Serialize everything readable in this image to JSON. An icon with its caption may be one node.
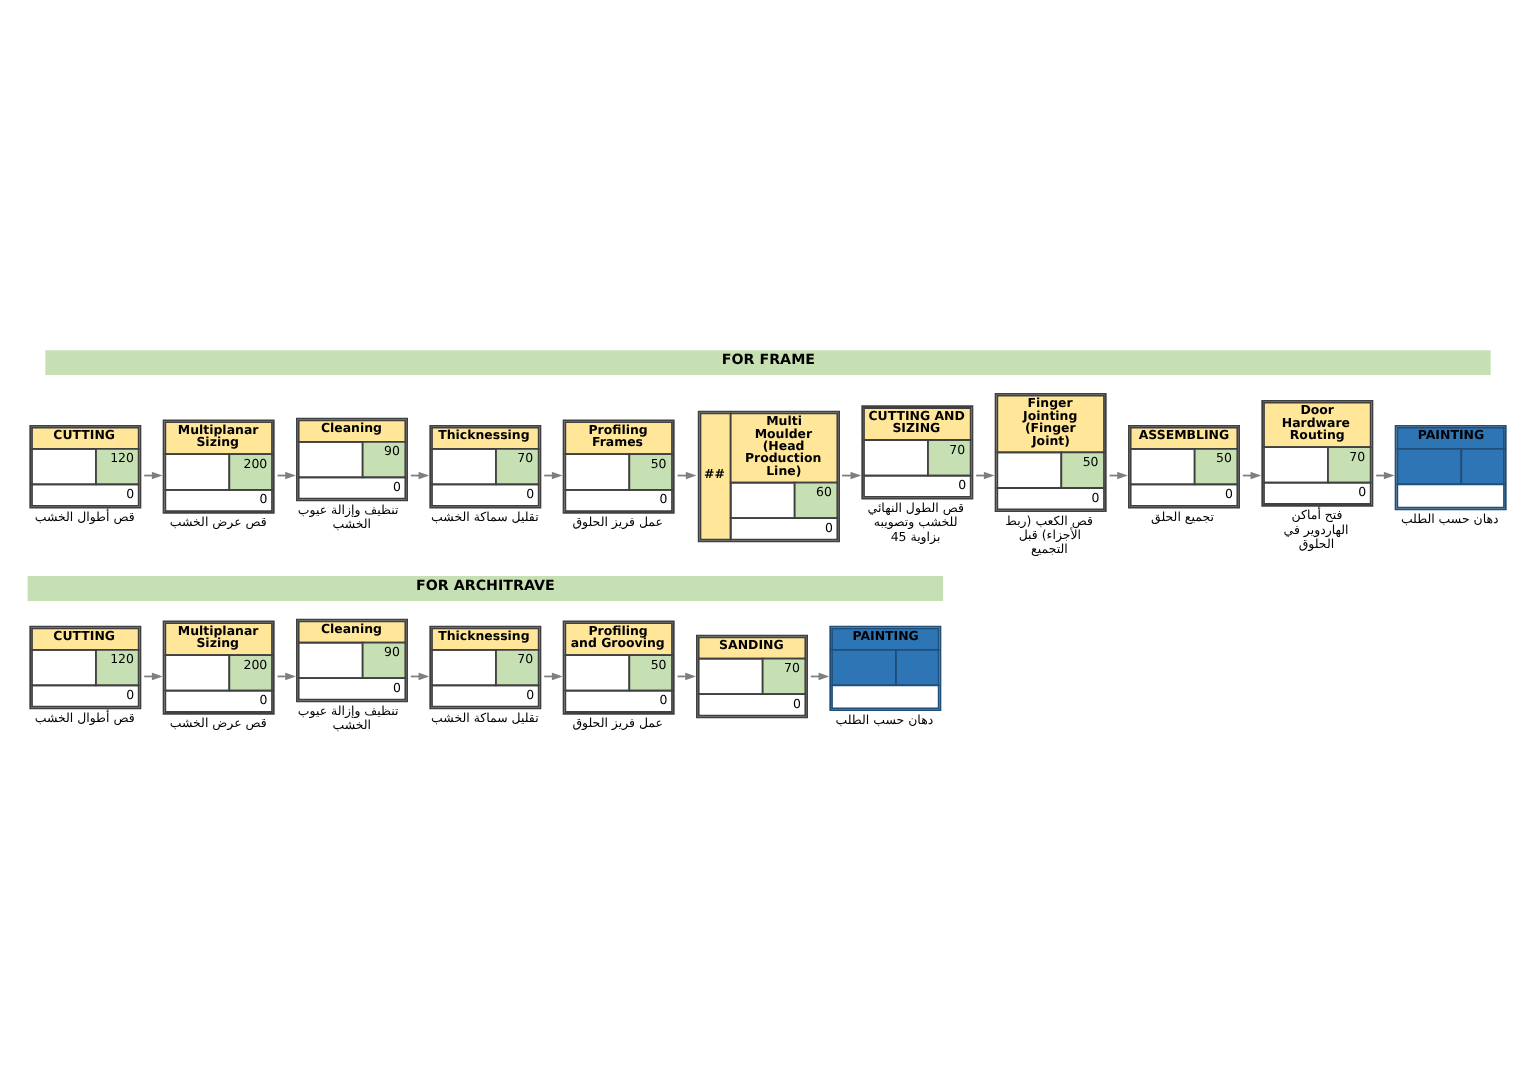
{
  "diagram": {
    "nodes": [
      {
        "text": [
          "FOR FRAME"
        ]
      },
      {
        "text": [
          "CUTTING",
          "120",
          "0"
        ],
        "beside": [
          "قص أطوال الخشب"
        ]
      },
      {
        "text": [
          "Multiplanar Sizing",
          "200",
          "0"
        ],
        "beside": [
          "قص عرض الخشب"
        ]
      },
      {
        "text": [
          "Cleaning",
          "90",
          "0"
        ],
        "beside": [
          "تنظيف وإزالة عيوب الخشب"
        ]
      },
      {
        "text": [
          "Thicknessing",
          "70",
          "0"
        ],
        "beside": [
          "تقليل سماكة الخشب"
        ]
      },
      {
        "text": [
          "Profiling Frames",
          "50",
          "0"
        ],
        "beside": [
          "عمل فريز الحلوق"
        ]
      },
      {
        "text": [
          "Multi Moulder (Head Production Line)",
          "60",
          "0",
          "##"
        ]
      },
      {
        "text": [
          "CUTTING AND SIZING",
          "70",
          "0"
        ],
        "beside": [
          "قص الطول النهائي للخشب وتصويبه بزاوية 45"
        ]
      },
      {
        "text": [
          "Finger Jointing (Finger Joint)",
          "50",
          "0"
        ],
        "beside": [
          "قص الكعب (ربط الأجزاء) قبل التجميع"
        ]
      },
      {
        "text": [
          "ASSEMBLING",
          "50",
          "0"
        ],
        "beside": [
          "تجميع الحلق"
        ]
      },
      {
        "text": [
          "Door Hardware Routing",
          "70",
          "0"
        ],
        "beside": [
          "فتح أماكن الهاردوير في الحلوق"
        ]
      },
      {
        "text": [
          "PAINTING"
        ],
        "beside": [
          "دهان حسب الطلب"
        ]
      },
      {
        "text": [
          "FOR ARCHITRAVE"
        ]
      },
      {
        "text": [
          "CUTTING",
          "120",
          "0"
        ],
        "beside": [
          "قص أطوال الخشب"
        ]
      },
      {
        "text": [
          "Multiplanar Sizing",
          "200",
          "0"
        ],
        "beside": [
          "قص عرض الخشب"
        ]
      },
      {
        "text": [
          "Cleaning",
          "90",
          "0"
        ],
        "beside": [
          "تنظيف وإزالة عيوب الخشب"
        ]
      },
      {
        "text": [
          "Thicknessing",
          "70",
          "0"
        ],
        "beside": [
          "تقليل سماكة الخشب"
        ]
      },
      {
        "text": [
          "Profiling and Grooving",
          "50",
          "0"
        ],
        "beside": [
          "عمل فريز الحلوق"
        ]
      },
      {
        "text": [
          "SANDING",
          "70",
          "0"
        ]
      },
      {
        "text": [
          "PAINTING"
        ],
        "beside": [
          "دهان حسب الطلب"
        ]
      }
    ],
    "edges": [
      {
        "from": 1,
        "to": 2,
        "arrow": "to"
      },
      {
        "from": 2,
        "to": 3,
        "arrow": "to"
      },
      {
        "from": 3,
        "to": 4,
        "arrow": "to"
      },
      {
        "from": 4,
        "to": 5,
        "arrow": "to"
      },
      {
        "from": 5,
        "to": 6,
        "arrow": "to"
      },
      {
        "from": 6,
        "to": 7,
        "arrow": "to"
      },
      {
        "from": 7,
        "to": 8,
        "arrow": "to"
      },
      {
        "from": 8,
        "to": 9,
        "arrow": "to"
      },
      {
        "from": 9,
        "to": 10,
        "arrow": "to"
      },
      {
        "from": 10,
        "to": 11,
        "arrow": "to"
      },
      {
        "from": 13,
        "to": 14,
        "arrow": "to"
      },
      {
        "from": 14,
        "to": 15,
        "arrow": "to"
      },
      {
        "from": 15,
        "to": 16,
        "arrow": "to"
      },
      {
        "from": 16,
        "to": 17,
        "arrow": "to"
      },
      {
        "from": 17,
        "to": 18,
        "arrow": "to"
      },
      {
        "from": 18,
        "to": 19,
        "arrow": "to"
      }
    ]
  }
}
